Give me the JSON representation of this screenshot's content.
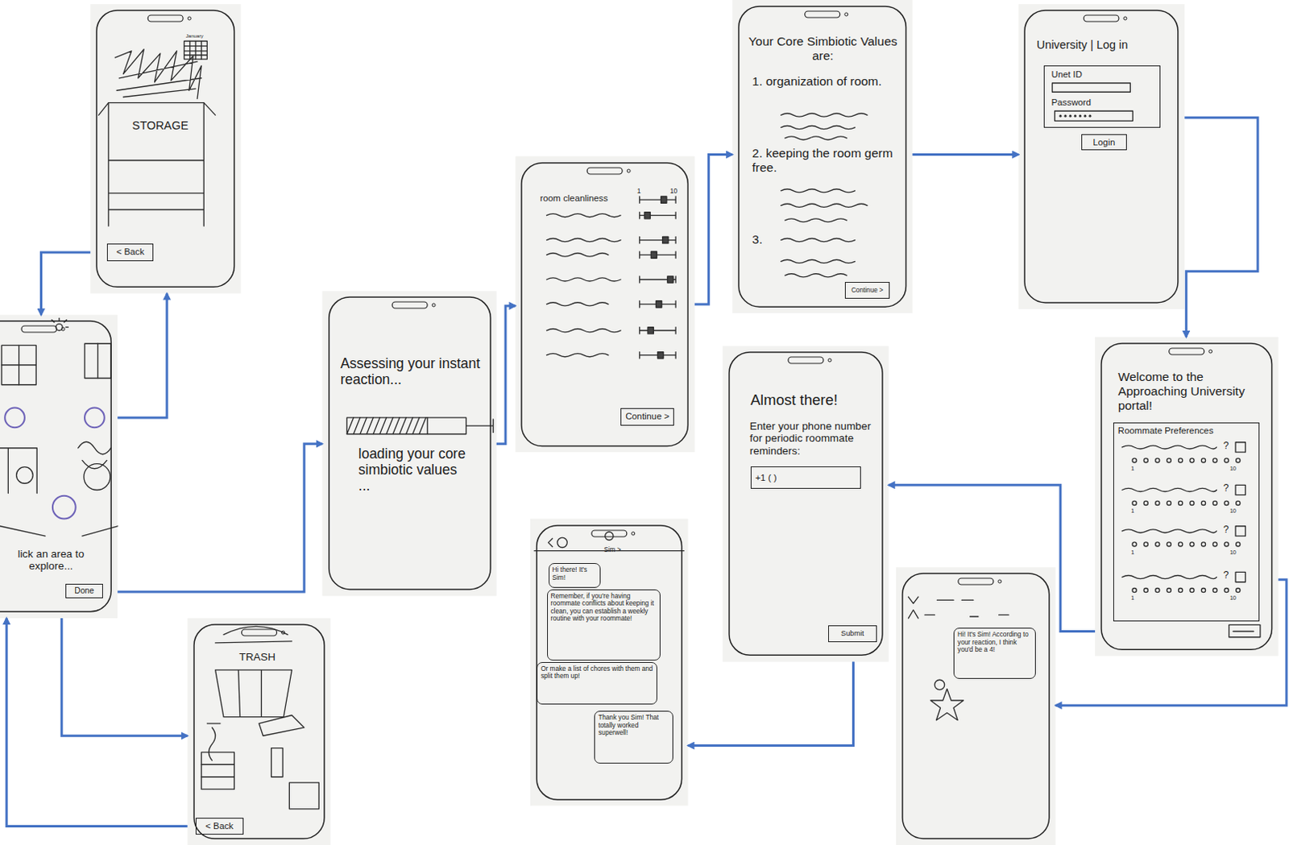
{
  "diagram": {
    "nodes": [
      {
        "text": [
          "lick an area to explore..."
        ]
      },
      {
        "text": [
          "Done"
        ],
        "in": 0
      },
      {
        "text": [
          "STORAGE"
        ]
      },
      {
        "text": [
          "< Back"
        ],
        "in": 2
      },
      {
        "text": [
          "TRASH"
        ]
      },
      {
        "text": [
          "< Back"
        ],
        "in": 4
      },
      {
        "text": [
          "Assessing your instant reaction...",
          "loading your core simbiotic values ..."
        ]
      },
      {
        "text": [
          "room cleanliness"
        ]
      },
      {
        "text": [
          "Continue >"
        ],
        "in": 7
      },
      {
        "text": [
          "Your Core Simbiotic Values are:",
          "1. organization of room.",
          "2. keeping the room germ free.",
          "3."
        ]
      },
      {
        "text": [
          "Continue >"
        ],
        "in": 9
      },
      {
        "text": [
          "University | Log in"
        ]
      },
      {
        "text": [
          "Unet ID",
          "Password"
        ],
        "in": 11
      },
      {
        "text": [
          "Login"
        ],
        "in": 11
      },
      {
        "text": [
          "Welcome to the Approaching University portal!"
        ]
      },
      {
        "text": [
          "Roommate Preferences"
        ],
        "in": 14
      },
      {
        "text": []
      },
      {
        "text": [
          "Hi! It's Sim! According to your reaction, I think you'd be a 4!"
        ],
        "in": 16
      },
      {
        "text": [
          "Almost there!",
          "Enter your phone number for periodic roommate reminders:"
        ]
      },
      {
        "text": [
          "+1 ( )"
        ],
        "in": 18
      },
      {
        "text": [
          "Submit"
        ],
        "in": 18
      },
      {
        "text": [
          "Sim >"
        ]
      },
      {
        "text": [
          "Hi there! It's Sim!"
        ],
        "in": 21
      },
      {
        "text": [
          "Remember, if you're having roommate conflicts about keeping it clean, you can establish a weekly routine with your roommate!"
        ],
        "in": 21
      },
      {
        "text": [
          "Or make a list of chores with them and split them up!"
        ],
        "in": 21
      },
      {
        "text": [
          "Thank you Sim! That totally worked superwell!"
        ],
        "in": 21
      }
    ],
    "edges": [
      {
        "from": 0,
        "to": 2,
        "arrow": "to"
      },
      {
        "from": 2,
        "to": 0,
        "arrow": "to"
      },
      {
        "from": 0,
        "to": 4,
        "arrow": "to"
      },
      {
        "from": 4,
        "to": 0,
        "arrow": "to"
      },
      {
        "from": 0,
        "to": 6,
        "arrow": "to"
      },
      {
        "from": 6,
        "to": 7,
        "arrow": "to"
      },
      {
        "from": 7,
        "to": 9,
        "arrow": "to"
      },
      {
        "from": 9,
        "to": 11,
        "arrow": "to"
      },
      {
        "from": 11,
        "to": 14,
        "arrow": "to"
      },
      {
        "from": 14,
        "to": 16,
        "arrow": "to"
      },
      {
        "from": 14,
        "to": 18,
        "arrow": "to"
      },
      {
        "from": 18,
        "to": 21,
        "arrow": "to"
      }
    ],
    "labels": [
      "January",
      "1",
      "10",
      "?",
      "1",
      "10",
      "?",
      "1",
      "10",
      "?",
      "1",
      "10",
      "?",
      "1",
      "10"
    ]
  }
}
